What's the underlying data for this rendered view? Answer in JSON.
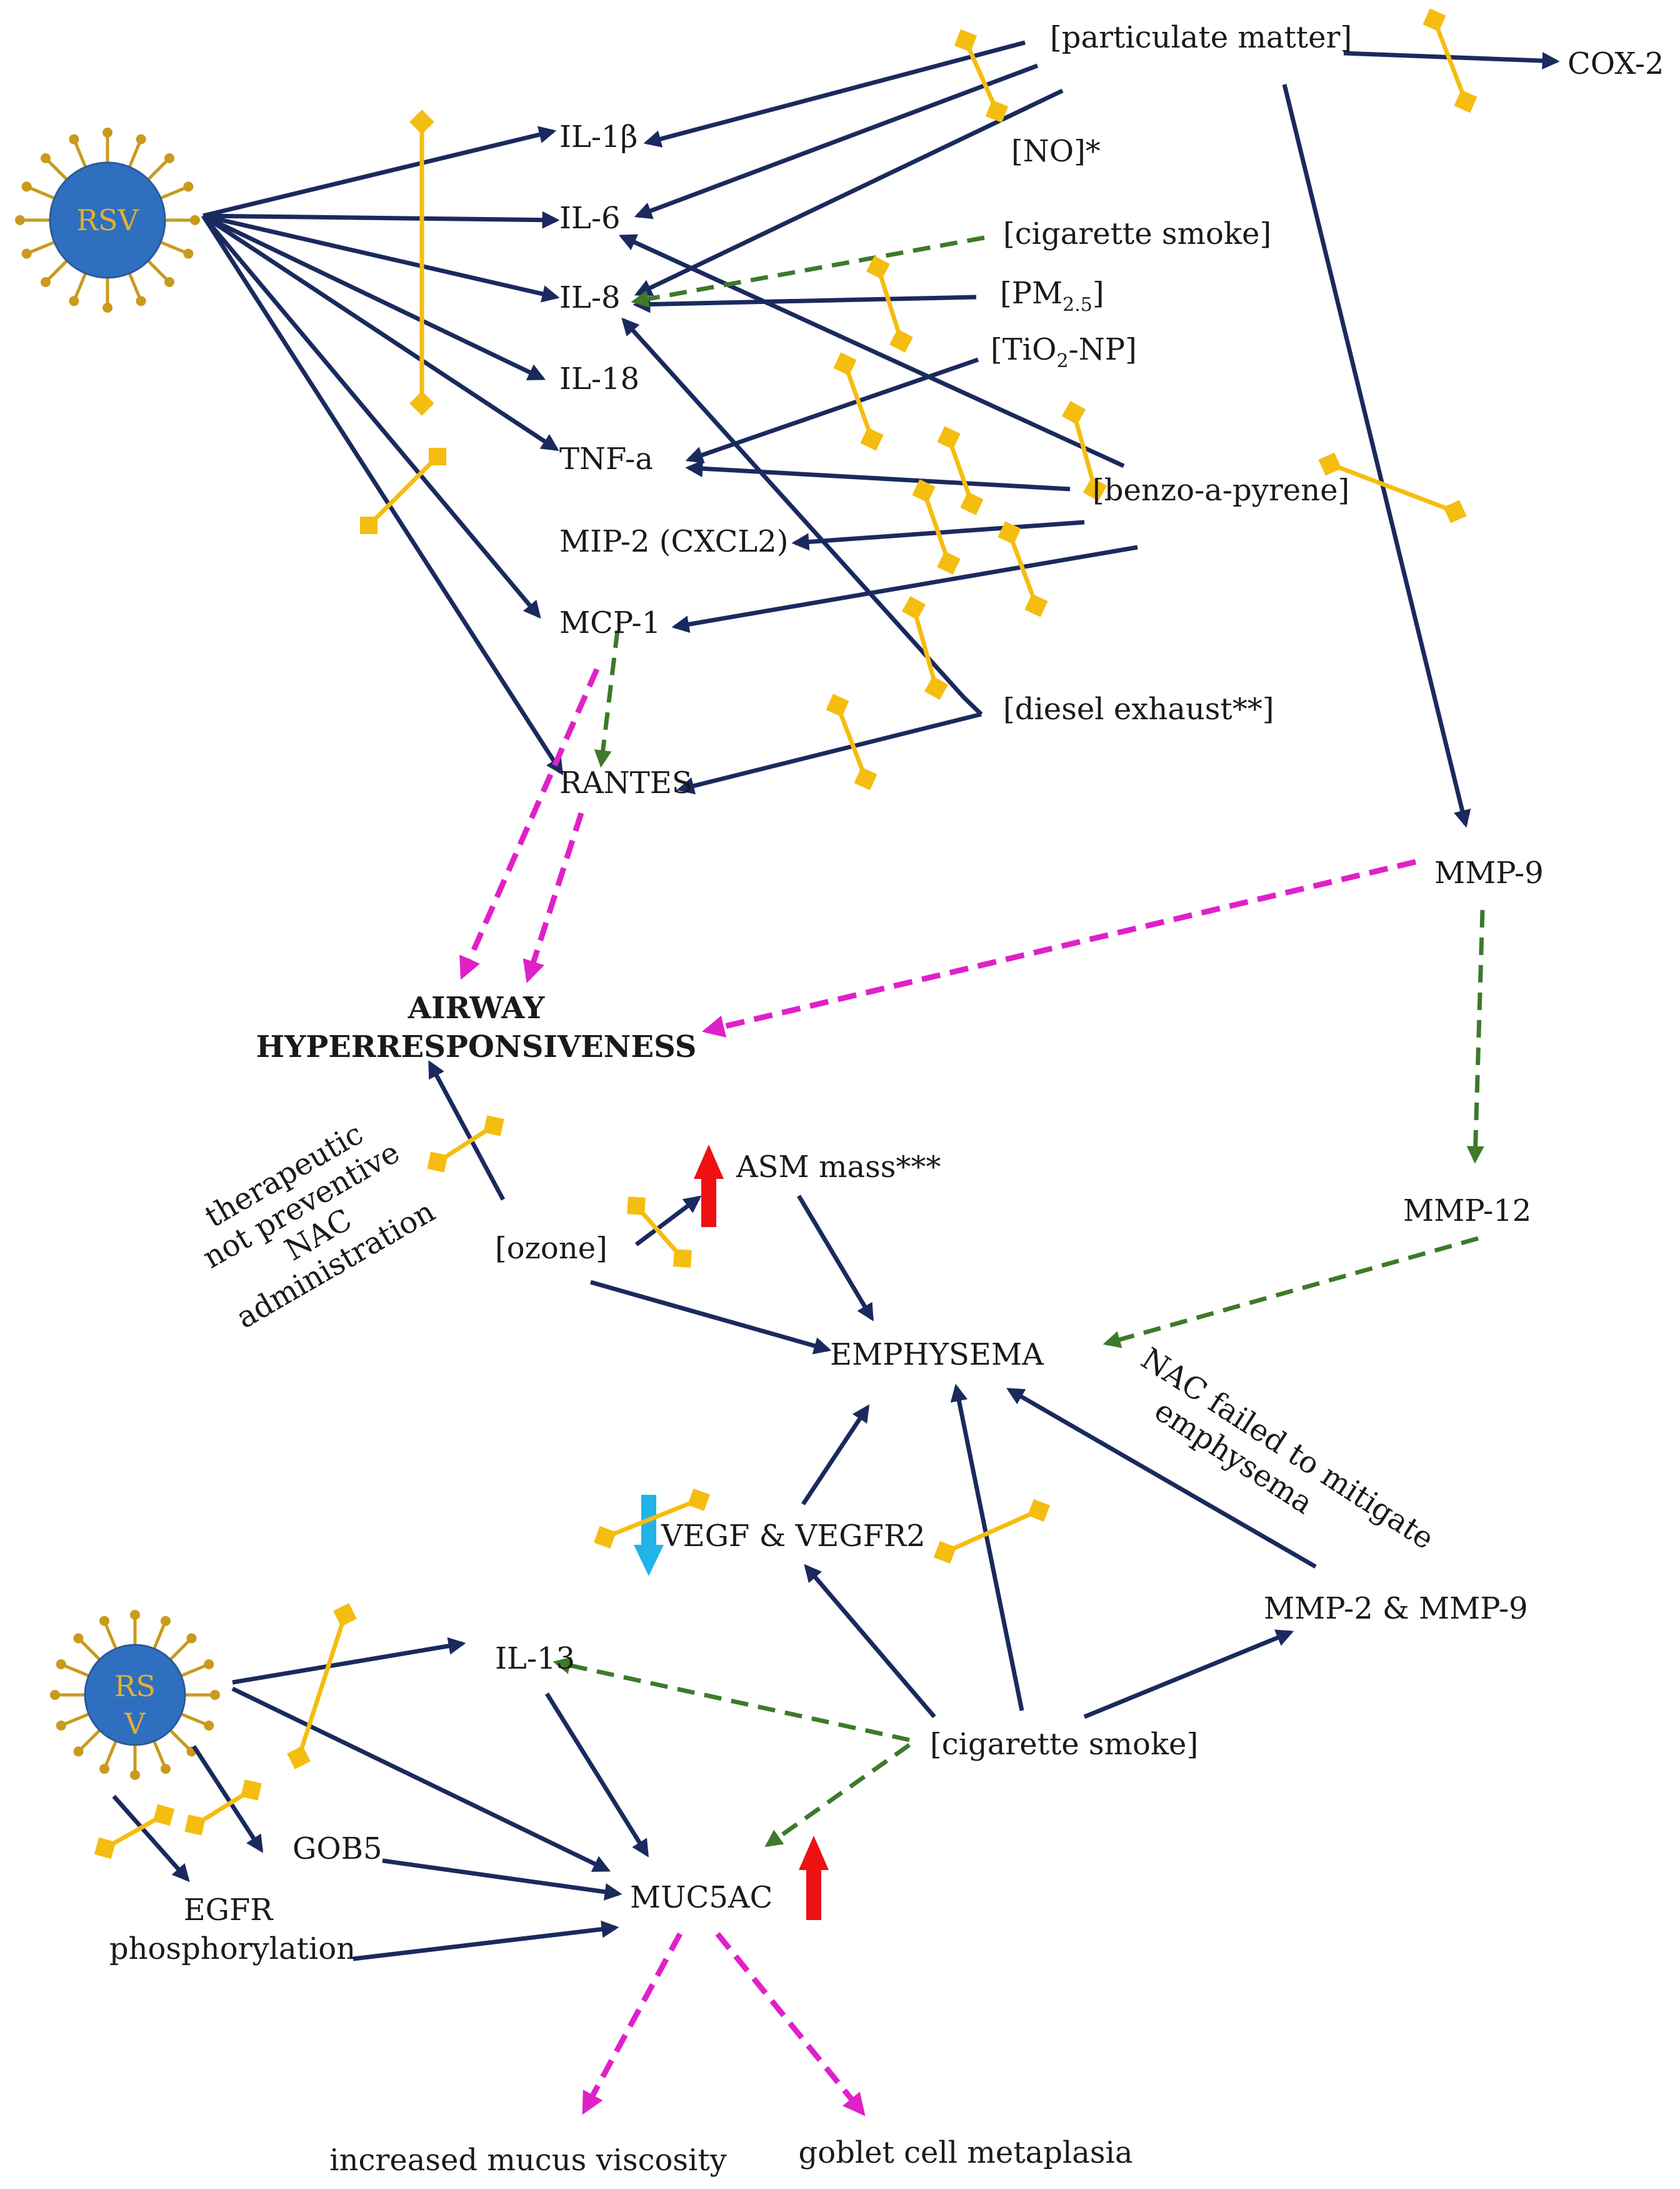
{
  "colors": {
    "navy_arrow": "#1a2a5e",
    "green_dashed_arrow": "#3d7a2a",
    "magenta_dashed_arrow": "#e020c8",
    "nac_inhibitor": "#f5bd10",
    "virus_body": "#2f6fbf",
    "increase_arrow": "#ee1111",
    "decrease_arrow": "#22b4e6"
  },
  "virus_top": {
    "label": "RSV",
    "icon": "virus-icon"
  },
  "virus_bottom": {
    "label_line1": "RS",
    "label_line2": "V",
    "icon": "virus-icon"
  },
  "nodes": {
    "particulate_matter": "[particulate matter]",
    "cox2": "COX-2",
    "il1b": "IL-1β",
    "no": "[NO]*",
    "il6": "IL-6",
    "cigarette_smoke_top": "[cigarette smoke]",
    "il8": "IL-8",
    "pm25_prefix": "[PM",
    "pm25_sub": "2.5",
    "pm25_suffix": "]",
    "il18": "IL-18",
    "tio2_prefix": "[TiO",
    "tio2_sub": "2",
    "tio2_suffix": "-NP]",
    "tnfa": "TNF-a",
    "benzo": "[benzo-a-pyrene]",
    "mip2": "MIP-2 (CXCL2)",
    "mcp1": "MCP-1",
    "diesel": "[diesel exhaust**]",
    "rantes": "RANTES",
    "mmp9": "MMP-9",
    "ahr_line1": "AIRWAY",
    "ahr_line2": "HYPERRESPONSIVENESS",
    "asm_mass": "ASM mass***",
    "mmp12": "MMP-12",
    "ozone": "[ozone]",
    "emphysema": "EMPHYSEMA",
    "vegf": "VEGF & VEGFR2",
    "mmp2_9": "MMP-2 & MMP-9",
    "il13": "IL-13",
    "cigarette_smoke_bottom": "[cigarette smoke]",
    "gob5": "GOB5",
    "muc5ac": "MUC5AC",
    "egfr_line1": "EGFR",
    "egfr_line2": "phosphorylation",
    "mucus": "increased mucus viscosity",
    "goblet": "goblet cell metaplasia"
  },
  "notes": {
    "therapeutic_line1": "therapeutic",
    "therapeutic_line2": "not preventive",
    "therapeutic_line3": "NAC",
    "therapeutic_line4": "administration",
    "nac_failed_line1": "NAC failed to mitigate",
    "nac_failed_line2": "emphysema"
  }
}
